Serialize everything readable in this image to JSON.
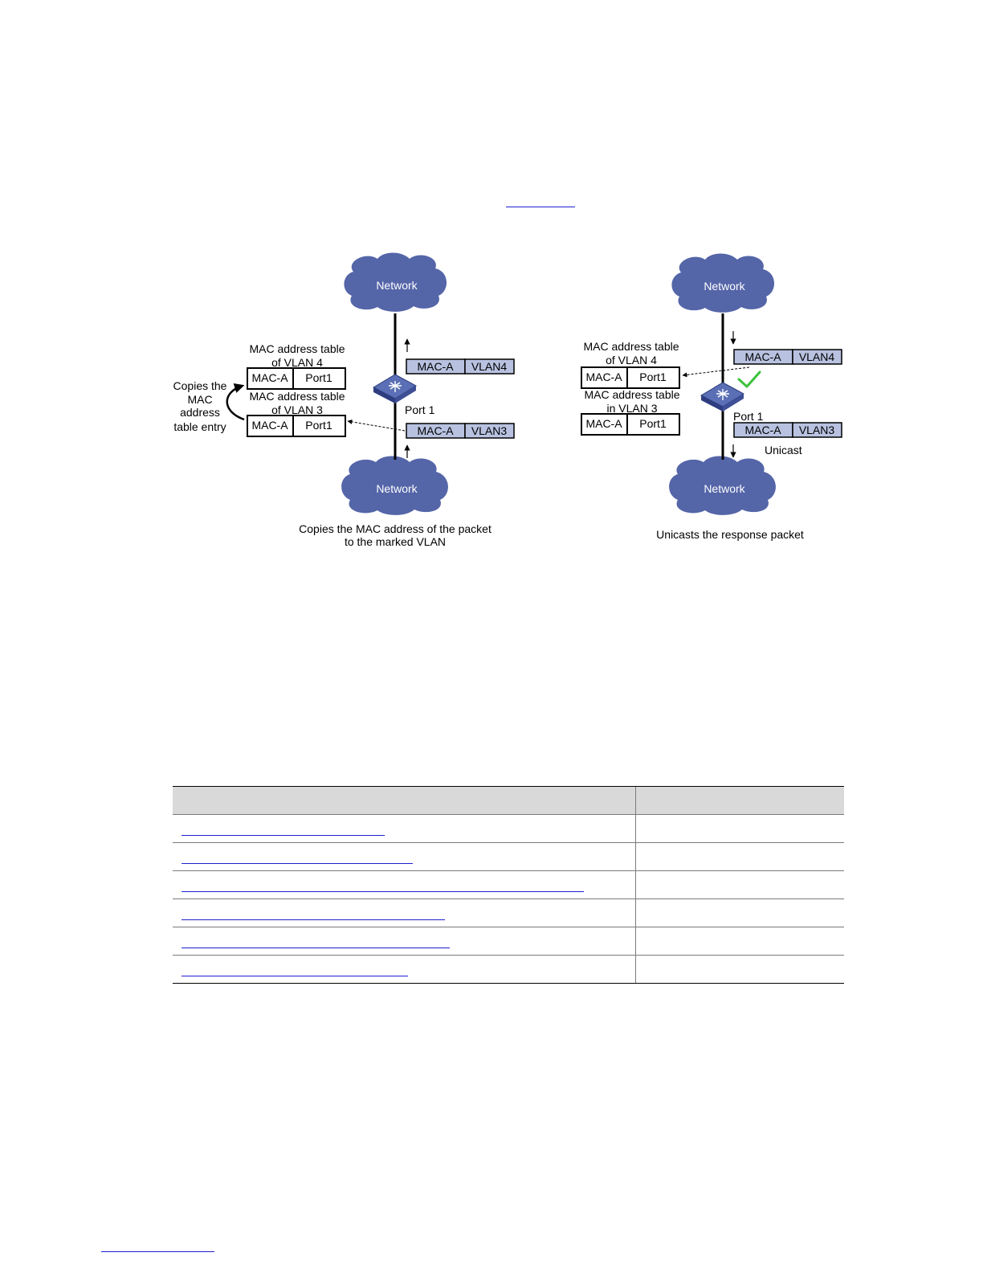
{
  "left_panel": {
    "network_top": "Network",
    "network_bottom": "Network",
    "table_vlan4_title_line1": "MAC address table",
    "table_vlan4_title_line2": "of VLAN 4",
    "table_vlan3_title_line1": "MAC address table",
    "table_vlan3_title_line2": "of VLAN 3",
    "entry_mac": "MAC-A",
    "entry_port": "Port1",
    "copy_note": [
      "Copies the",
      "MAC",
      "address",
      "table entry"
    ],
    "port_label": "Port 1",
    "packet_top": {
      "mac": "MAC-A",
      "vlan": "VLAN4"
    },
    "packet_bottom": {
      "mac": "MAC-A",
      "vlan": "VLAN3"
    },
    "caption_line1": "Copies the MAC address of the packet",
    "caption_line2": "to the marked VLAN"
  },
  "right_panel": {
    "network_top": "Network",
    "network_bottom": "Network",
    "table_vlan4_title_line1": "MAC address table",
    "table_vlan4_title_line2": "of VLAN 4",
    "table_vlan3_title_line1": "MAC address table",
    "table_vlan3_title_line2": "in VLAN 3",
    "entry_mac": "MAC-A",
    "entry_port": "Port1",
    "port_label": "Port 1",
    "packet_top": {
      "mac": "MAC-A",
      "vlan": "VLAN4"
    },
    "packet_bottom": {
      "mac": "MAC-A",
      "vlan": "VLAN3"
    },
    "unicast_label": "Unicast",
    "caption": "Unicasts the response packet"
  },
  "colors": {
    "cloud": "#5465a8",
    "packet_cell": "#b8c2e0",
    "check": "#3cc23c",
    "link": "#1f1fd0",
    "table_header": "#d9d9d9"
  },
  "table": {
    "rows": 6,
    "link_fraction_of_column": [
      0.44,
      0.5,
      0.87,
      0.57,
      0.58,
      0.49
    ]
  }
}
